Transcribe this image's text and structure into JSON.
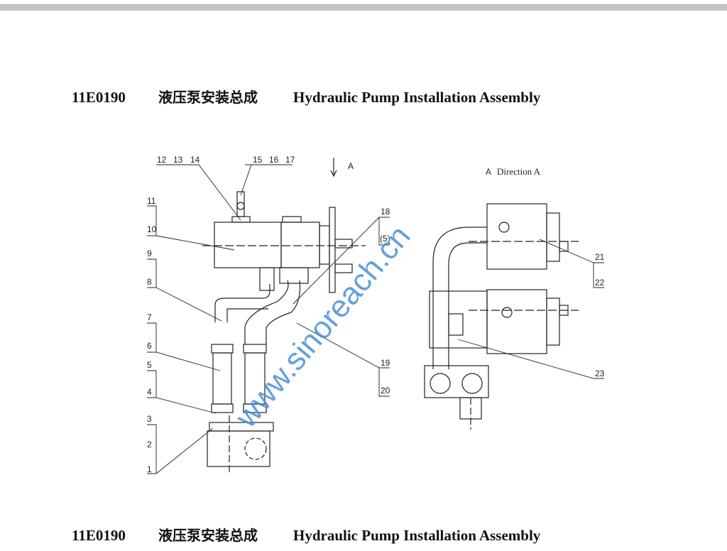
{
  "doc": {
    "part_code": "11E0190",
    "title_cn": "液压泵安装总成",
    "title_en": "Hydraulic Pump Installation Assembly"
  },
  "diagram": {
    "callouts": [
      "1",
      "2",
      "3",
      "4",
      "5",
      "6",
      "7",
      "8",
      "9",
      "10",
      "11",
      "12",
      "13",
      "14",
      "15",
      "16",
      "17",
      "18",
      "(5)",
      "19",
      "20",
      "21",
      "22",
      "23"
    ],
    "view_arrow_label": "A",
    "view_label_prefix": "A",
    "view_label": "Direction A",
    "watermark": "www.sinoreach.cn"
  }
}
